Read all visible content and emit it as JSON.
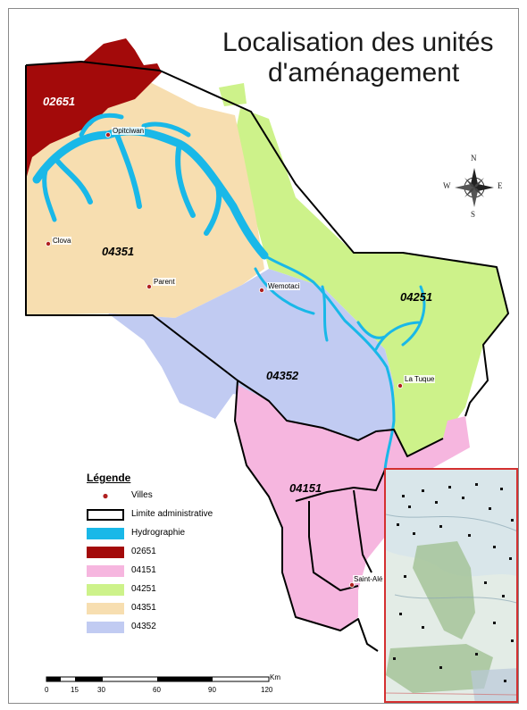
{
  "map": {
    "title_line1": "Localisation des unités",
    "title_line2": "d'aménagement",
    "units": [
      {
        "code": "02651",
        "color": "#a30a0a"
      },
      {
        "code": "04351",
        "color": "#f7deb0"
      },
      {
        "code": "04352",
        "color": "#c1cbf2"
      },
      {
        "code": "04251",
        "color": "#cdf28a"
      },
      {
        "code": "04151",
        "color": "#f6b6df"
      }
    ],
    "cities": [
      {
        "name": "Opitciwan"
      },
      {
        "name": "Clova"
      },
      {
        "name": "Parent"
      },
      {
        "name": "Wemotaci"
      },
      {
        "name": "La Tuque"
      },
      {
        "name": "Saint-Alé"
      }
    ],
    "compass": {
      "n": "N",
      "s": "S",
      "e": "E",
      "w": "W"
    }
  },
  "legend": {
    "title": "Légende",
    "items": [
      {
        "label": "Villes",
        "kind": "point",
        "color": "#a02020"
      },
      {
        "label": "Limite administrative",
        "kind": "outline",
        "color": "#000000"
      },
      {
        "label": "Hydrographie",
        "kind": "fill",
        "color": "#19b8e8"
      },
      {
        "label": "02651",
        "kind": "fill",
        "color": "#a30a0a"
      },
      {
        "label": "04151",
        "kind": "fill",
        "color": "#f6b6df"
      },
      {
        "label": "04251",
        "kind": "fill",
        "color": "#cdf28a"
      },
      {
        "label": "04351",
        "kind": "fill",
        "color": "#f7deb0"
      },
      {
        "label": "04352",
        "kind": "fill",
        "color": "#c1cbf2"
      }
    ]
  },
  "scale_bar": {
    "unit": "Km",
    "ticks": [
      "0",
      "15",
      "30",
      "60",
      "90",
      "120"
    ]
  },
  "colors": {
    "water": "#19b8e8",
    "boundary": "#000000",
    "inset_border": "#d43030"
  }
}
